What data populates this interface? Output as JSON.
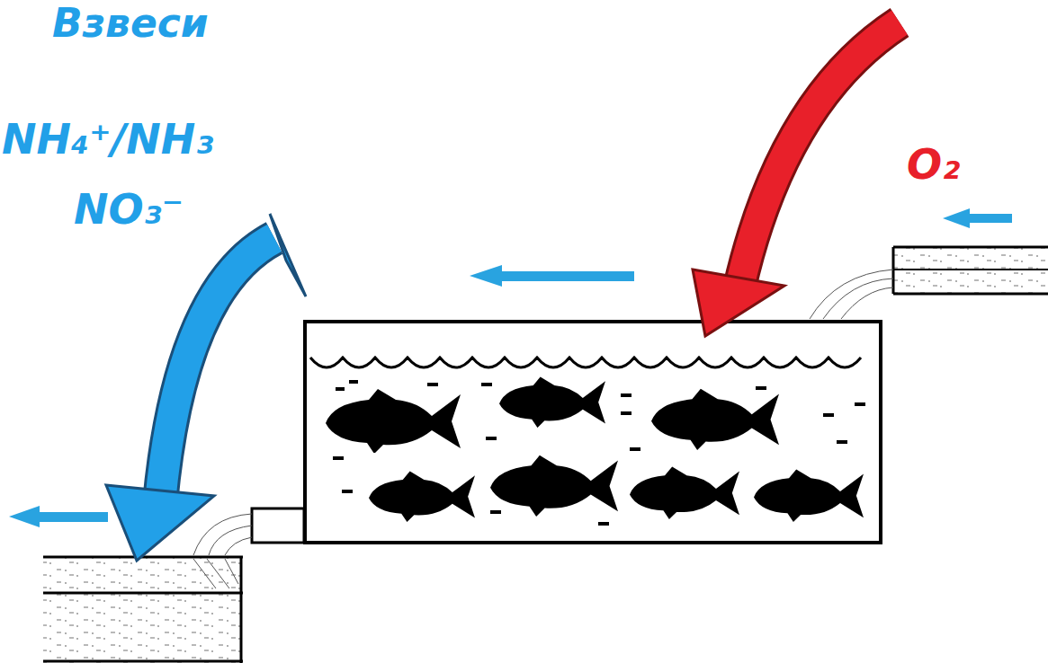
{
  "diagram": {
    "labels": [
      "Взвеси",
      "NH₄⁺/NH₃",
      "NO₃⁻",
      "O₂"
    ]
  }
}
